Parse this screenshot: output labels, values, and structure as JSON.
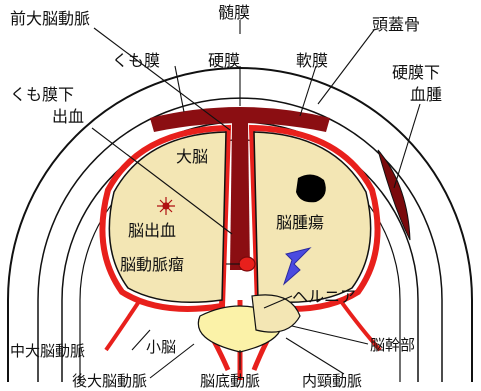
{
  "labels": {
    "anterior_cerebral_artery": "前大脳動脈",
    "meninges": "髄膜",
    "skull": "頭蓋骨",
    "arachnoid": "くも膜",
    "dura_mater": "硬膜",
    "pia_mater": "軟膜",
    "subdural_hematoma_line1": "硬膜下",
    "subdural_hematoma_line2": "血腫",
    "subarachnoid_hemorrhage_line1": "くも膜下",
    "subarachnoid_hemorrhage_line2": "出血",
    "cerebrum": "大脳",
    "brain_tumor": "脳腫瘍",
    "cerebral_hemorrhage": "脳出血",
    "cerebral_aneurysm": "脳動脈瘤",
    "hernia": "ヘルニア",
    "middle_cerebral_artery": "中大脳動脈",
    "cerebellum": "小脳",
    "brainstem": "脳幹部",
    "posterior_cerebral_artery": "後大脳動脈",
    "basilar_artery": "脳底動脈",
    "internal_carotid_artery": "内頸動脈"
  },
  "colors": {
    "brain_fill": "#f3e6b4",
    "artery_red": "#e8201c",
    "dura_dark_red": "#8b0e12",
    "hematoma_dark": "#7a0a0c",
    "hernia_arrow": "#4a4ae0",
    "cerebellum_fill": "#fbf2a8",
    "line": "#111111"
  }
}
